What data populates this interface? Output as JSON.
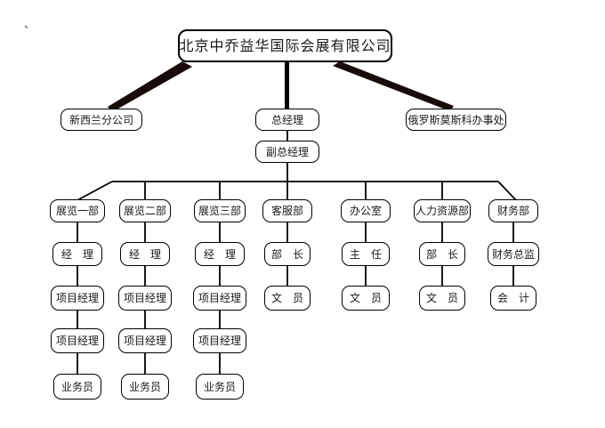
{
  "page": {
    "stray_mark": "、",
    "background": "#ffffff"
  },
  "colors": {
    "line": "#000000",
    "thick_connector": "#1a0b0b",
    "box_border": "#000000",
    "box_fill": "#ffffff",
    "text": "#1a1a1a"
  },
  "chart": {
    "type": "org-chart",
    "root": "北京中乔益华国际会展有限公司",
    "branches": [
      "新西兰分公司",
      "总经理",
      "俄罗斯莫斯科办事处"
    ],
    "deputy": "副总经理",
    "columns": [
      {
        "dept": "展览一部",
        "chain": [
          "经　理",
          "项目经理",
          "项目经理",
          "业务员"
        ]
      },
      {
        "dept": "展览二部",
        "chain": [
          "经　理",
          "项目经理",
          "项目经理",
          "业务员"
        ]
      },
      {
        "dept": "展览三部",
        "chain": [
          "经　理",
          "项目经理",
          "项目经理",
          "业务员"
        ]
      },
      {
        "dept": "客服部",
        "chain": [
          "部　长",
          "文　员"
        ]
      },
      {
        "dept": "办公室",
        "chain": [
          "主　任",
          "文　员"
        ]
      },
      {
        "dept": "人力资源部",
        "chain": [
          "部　长",
          "文　员"
        ]
      },
      {
        "dept": "财务部",
        "chain": [
          "财务总监",
          "会　计"
        ]
      }
    ]
  }
}
